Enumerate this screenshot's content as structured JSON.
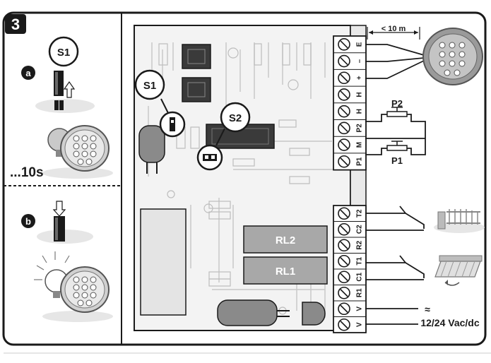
{
  "step": {
    "number": "3"
  },
  "left_panel": {
    "a": {
      "badge": "a",
      "switch_label": "S1",
      "duration": "...10s"
    },
    "b": {
      "badge": "b"
    }
  },
  "board": {
    "s1_label": "S1",
    "s2_label": "S2",
    "relay1_label": "RL1",
    "relay2_label": "RL2"
  },
  "terminals": {
    "top_block": [
      "E",
      "–",
      "+",
      "H",
      "H",
      "P2",
      "M",
      "P1"
    ],
    "bottom_block": [
      "T2",
      "C2",
      "R2",
      "T1",
      "C1",
      "R1",
      "V",
      "V"
    ]
  },
  "wiring": {
    "distance": "< 10 m",
    "pushbutton_1": "P1",
    "pushbutton_2": "P2",
    "ac_symbol": "≈",
    "supply": "12/24 Vac/dc"
  },
  "colors": {
    "outline": "#1a1a1a",
    "board_fill": "#f3f3f3",
    "relay_fill": "#a8a8a8",
    "accent_dark": "#3a3a3a"
  }
}
